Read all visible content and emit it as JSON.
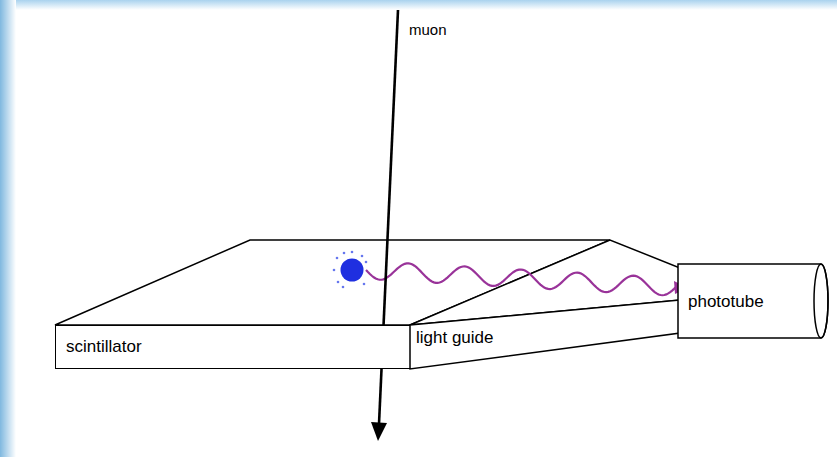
{
  "diagram": {
    "nodes": [
      {
        "text": [
          "scintillator"
        ]
      },
      {
        "text": [
          "light guide"
        ]
      },
      {
        "text": [
          "phototube"
        ]
      }
    ],
    "labels": [
      "muon"
    ]
  }
}
